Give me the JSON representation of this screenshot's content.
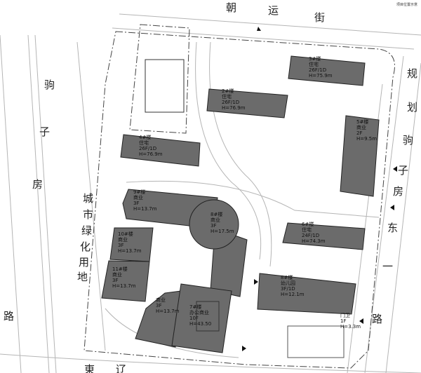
{
  "title_note": "项目位置示意",
  "streets": {
    "north": [
      "朝",
      "运",
      "街"
    ],
    "east": [
      "规",
      "划",
      "驹",
      "子",
      "房",
      "东",
      "一",
      "路"
    ],
    "west": [
      "驹",
      "子",
      "房",
      "路"
    ],
    "south": [
      "東",
      "辽"
    ],
    "green": [
      "城",
      "市",
      "绿",
      "化",
      "用",
      "地"
    ]
  },
  "buildings": [
    {
      "id": "3",
      "lines": [
        "3#楼",
        "住宅",
        "26F/1D",
        "H=75.9m"
      ]
    },
    {
      "id": "2",
      "lines": [
        "2#楼",
        "住宅",
        "26F/1D",
        "H=76.9m"
      ]
    },
    {
      "id": "4",
      "lines": [
        "4#楼",
        "住宅",
        "26F/1D",
        "H=76.9m"
      ]
    },
    {
      "id": "5",
      "lines": [
        "5#楼",
        "商业",
        "2F",
        "H=9.5m"
      ]
    },
    {
      "id": "6",
      "lines": [
        "6#楼",
        "住宅",
        "24F/1D",
        "H=74.3m"
      ]
    },
    {
      "id": "9",
      "lines": [
        "9#楼",
        "商业",
        "3F",
        "H=13.7m"
      ]
    },
    {
      "id": "8c",
      "lines": [
        "8#楼",
        "商业",
        "3F",
        "H=17.5m"
      ]
    },
    {
      "id": "10",
      "lines": [
        "10#楼",
        "商业",
        "3F",
        "H=13.7m"
      ]
    },
    {
      "id": "11",
      "lines": [
        "11#楼",
        "商业",
        "3F",
        "H=13.7m"
      ]
    },
    {
      "id": "12",
      "lines": [
        "商业",
        "3F",
        "H=13.7m"
      ]
    },
    {
      "id": "7",
      "lines": [
        "7#楼",
        "办公商业",
        "10F",
        "H=43.50"
      ]
    },
    {
      "id": "8",
      "lines": [
        "8#楼",
        "幼儿园",
        "3F/1D",
        "H=12.1m"
      ]
    },
    {
      "id": "gate",
      "lines": [
        "门卫",
        "1F",
        "H=3.3m"
      ]
    }
  ],
  "colors": {
    "building": "#6b6b6b",
    "line": "#444444"
  }
}
